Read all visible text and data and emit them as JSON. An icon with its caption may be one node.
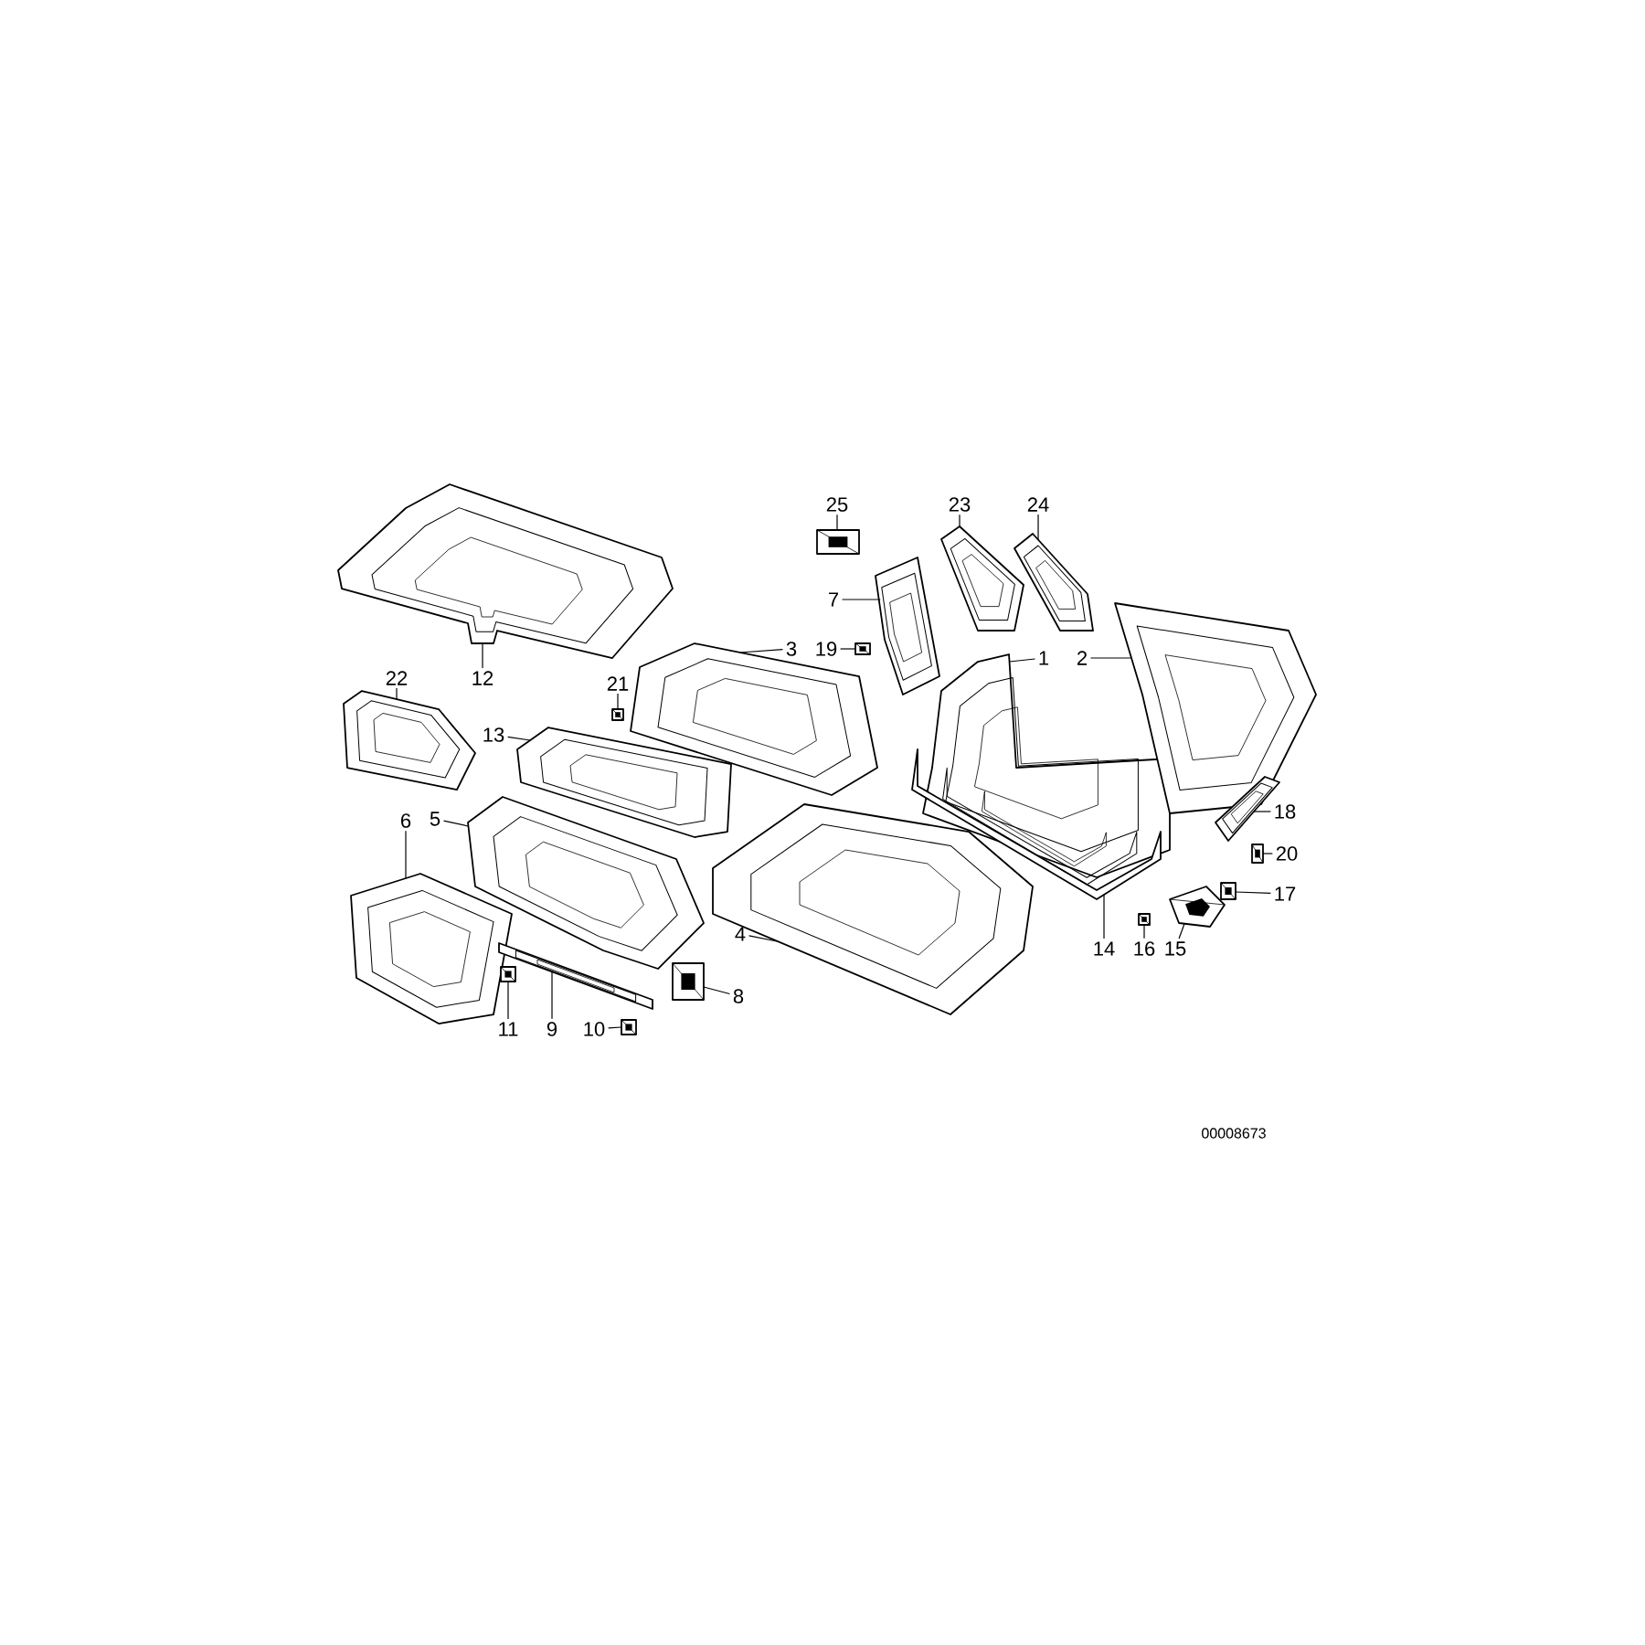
{
  "diagram": {
    "nodes": [
      {
        "text": [
          "1"
        ]
      },
      {
        "text": [
          "2"
        ]
      },
      {
        "text": [
          "3"
        ]
      },
      {
        "text": [
          "4"
        ]
      },
      {
        "text": [
          "5"
        ]
      },
      {
        "text": [
          "6"
        ]
      },
      {
        "text": [
          "7"
        ]
      },
      {
        "text": [
          "8"
        ]
      },
      {
        "text": [
          "9"
        ]
      },
      {
        "text": [
          "10"
        ]
      },
      {
        "text": [
          "11"
        ]
      },
      {
        "text": [
          "12"
        ]
      },
      {
        "text": [
          "13"
        ]
      },
      {
        "text": [
          "14"
        ]
      },
      {
        "text": [
          "15"
        ]
      },
      {
        "text": [
          "16"
        ]
      },
      {
        "text": [
          "17"
        ]
      },
      {
        "text": [
          "18"
        ]
      },
      {
        "text": [
          "19"
        ]
      },
      {
        "text": [
          "20"
        ]
      },
      {
        "text": [
          "21"
        ]
      },
      {
        "text": [
          "22"
        ]
      },
      {
        "text": [
          "23"
        ]
      },
      {
        "text": [
          "24"
        ]
      },
      {
        "text": [
          "25"
        ]
      },
      {
        "text": [],
        "shape": "picture"
      },
      {
        "text": [],
        "shape": "picture"
      },
      {
        "text": [],
        "shape": "picture"
      },
      {
        "text": [],
        "shape": "picture"
      },
      {
        "text": [],
        "shape": "picture"
      },
      {
        "text": [],
        "shape": "picture"
      },
      {
        "text": [],
        "shape": "picture"
      },
      {
        "text": [],
        "shape": "picture"
      },
      {
        "text": [],
        "shape": "picture"
      },
      {
        "text": [],
        "shape": "picture"
      },
      {
        "text": [],
        "shape": "picture"
      },
      {
        "text": [],
        "shape": "picture"
      },
      {
        "text": [],
        "shape": "picture"
      },
      {
        "text": [],
        "shape": "picture"
      },
      {
        "text": [],
        "shape": "picture"
      },
      {
        "text": [],
        "shape": "picture"
      },
      {
        "text": [],
        "shape": "picture"
      },
      {
        "text": [],
        "shape": "picture"
      },
      {
        "text": [],
        "shape": "picture"
      },
      {
        "text": [],
        "shape": "picture"
      },
      {
        "text": [],
        "shape": "picture"
      },
      {
        "text": [],
        "shape": "picture"
      },
      {
        "text": [],
        "shape": "picture"
      },
      {
        "text": [],
        "shape": "picture"
      },
      {
        "text": [],
        "shape": "picture"
      }
    ],
    "edges": [
      {
        "from": 0,
        "to": 25,
        "arrow": "none"
      },
      {
        "from": 1,
        "to": 26,
        "arrow": "none"
      },
      {
        "from": 2,
        "to": 27,
        "arrow": "none"
      },
      {
        "from": 3,
        "to": 28,
        "arrow": "none"
      },
      {
        "from": 4,
        "to": 29,
        "arrow": "none"
      },
      {
        "from": 5,
        "to": 30,
        "arrow": "none"
      },
      {
        "from": 6,
        "to": 31,
        "arrow": "none"
      },
      {
        "from": 7,
        "to": 32,
        "arrow": "none"
      },
      {
        "from": 8,
        "to": 33,
        "arrow": "none"
      },
      {
        "from": 9,
        "to": 34,
        "arrow": "none"
      },
      {
        "from": 10,
        "to": 35,
        "arrow": "none"
      },
      {
        "from": 11,
        "to": 36,
        "arrow": "none"
      },
      {
        "from": 12,
        "to": 37,
        "arrow": "none"
      },
      {
        "from": 13,
        "to": 38,
        "arrow": "none"
      },
      {
        "from": 14,
        "to": 39,
        "arrow": "none"
      },
      {
        "from": 15,
        "to": 40,
        "arrow": "none"
      },
      {
        "from": 16,
        "to": 41,
        "arrow": "none"
      },
      {
        "from": 17,
        "to": 42,
        "arrow": "none"
      },
      {
        "from": 18,
        "to": 43,
        "arrow": "none"
      },
      {
        "from": 19,
        "to": 44,
        "arrow": "none"
      },
      {
        "from": 20,
        "to": 45,
        "arrow": "none"
      },
      {
        "from": 21,
        "to": 46,
        "arrow": "none"
      },
      {
        "from": 22,
        "to": 47,
        "arrow": "none"
      },
      {
        "from": 23,
        "to": 48,
        "arrow": "none"
      },
      {
        "from": 24,
        "to": 49,
        "arrow": "none"
      }
    ],
    "labels": [
      "00008673"
    ]
  }
}
